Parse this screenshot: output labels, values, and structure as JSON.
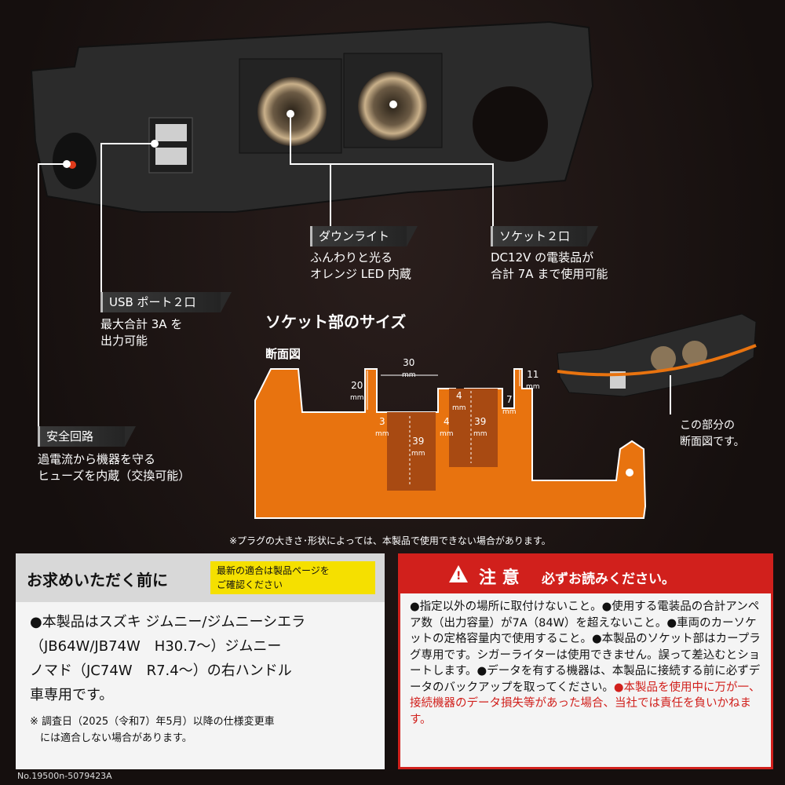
{
  "callouts": {
    "downlight": {
      "tag": "ダウンライト",
      "desc": "ふんわりと光る\nオレンジ LED 内蔵"
    },
    "socket": {
      "tag": "ソケット２口",
      "desc": "DC12V の電装品が\n合計 7A まで使用可能"
    },
    "usb": {
      "tag": "USB ポート２口",
      "desc": "最大合計 3A を\n出力可能"
    },
    "safety": {
      "tag": "安全回路",
      "desc": "過電流から機器を守る\nヒューズを内蔵（交換可能）"
    }
  },
  "section": {
    "title": "ソケット部のサイズ",
    "subtitle": "断面図",
    "inset_label": "この部分の\n断面図です。",
    "note": "※プラグの大きさ･形状によっては、本製品で使用できない場合があります。"
  },
  "dimensions": {
    "w30": "30",
    "h20": "20",
    "h11": "11",
    "w3": "3",
    "w4a": "4",
    "w4b": "4",
    "w7": "7",
    "h39a": "39",
    "h39b": "39",
    "unit": "mm"
  },
  "before_purchase": {
    "title": "お求めいただく前に",
    "badge": "最新の適合は製品ページを\nご確認ください",
    "body": "●本製品はスズキ ジムニー/ジムニーシエラ\n（JB64W/JB74W　H30.7～）ジムニー\nノマド（JC74W　R7.4～）の右ハンドル\n車専用です。",
    "footnote": "※ 調査日（2025（令和7）年5月）以降の仕様変更車\n　には適合しない場合があります。"
  },
  "caution": {
    "title": "注 意",
    "subtitle": "必ずお読みください。",
    "body_black": "●指定以外の場所に取付けないこと。●使用する電装品の合計アンペア数（出力容量）が7A（84W）を超えないこと。●車両のカーソケットの定格容量内で使用すること。●本製品のソケット部はカープラグ専用です。シガーライターは使用できません。誤って差込むとショートします。●データを有する機器は、本製品に接続する前に必ずデータのバックアップを取ってください。",
    "body_red": "●本製品を使用中に万が一、接続機器のデータ損失等があった場合、当社では責任を負いかねます。"
  },
  "product_code": "No.19500n-5079423A",
  "colors": {
    "accent_orange": "#e8730f",
    "caution_red": "#d1201c",
    "badge_yellow": "#f5e000"
  }
}
